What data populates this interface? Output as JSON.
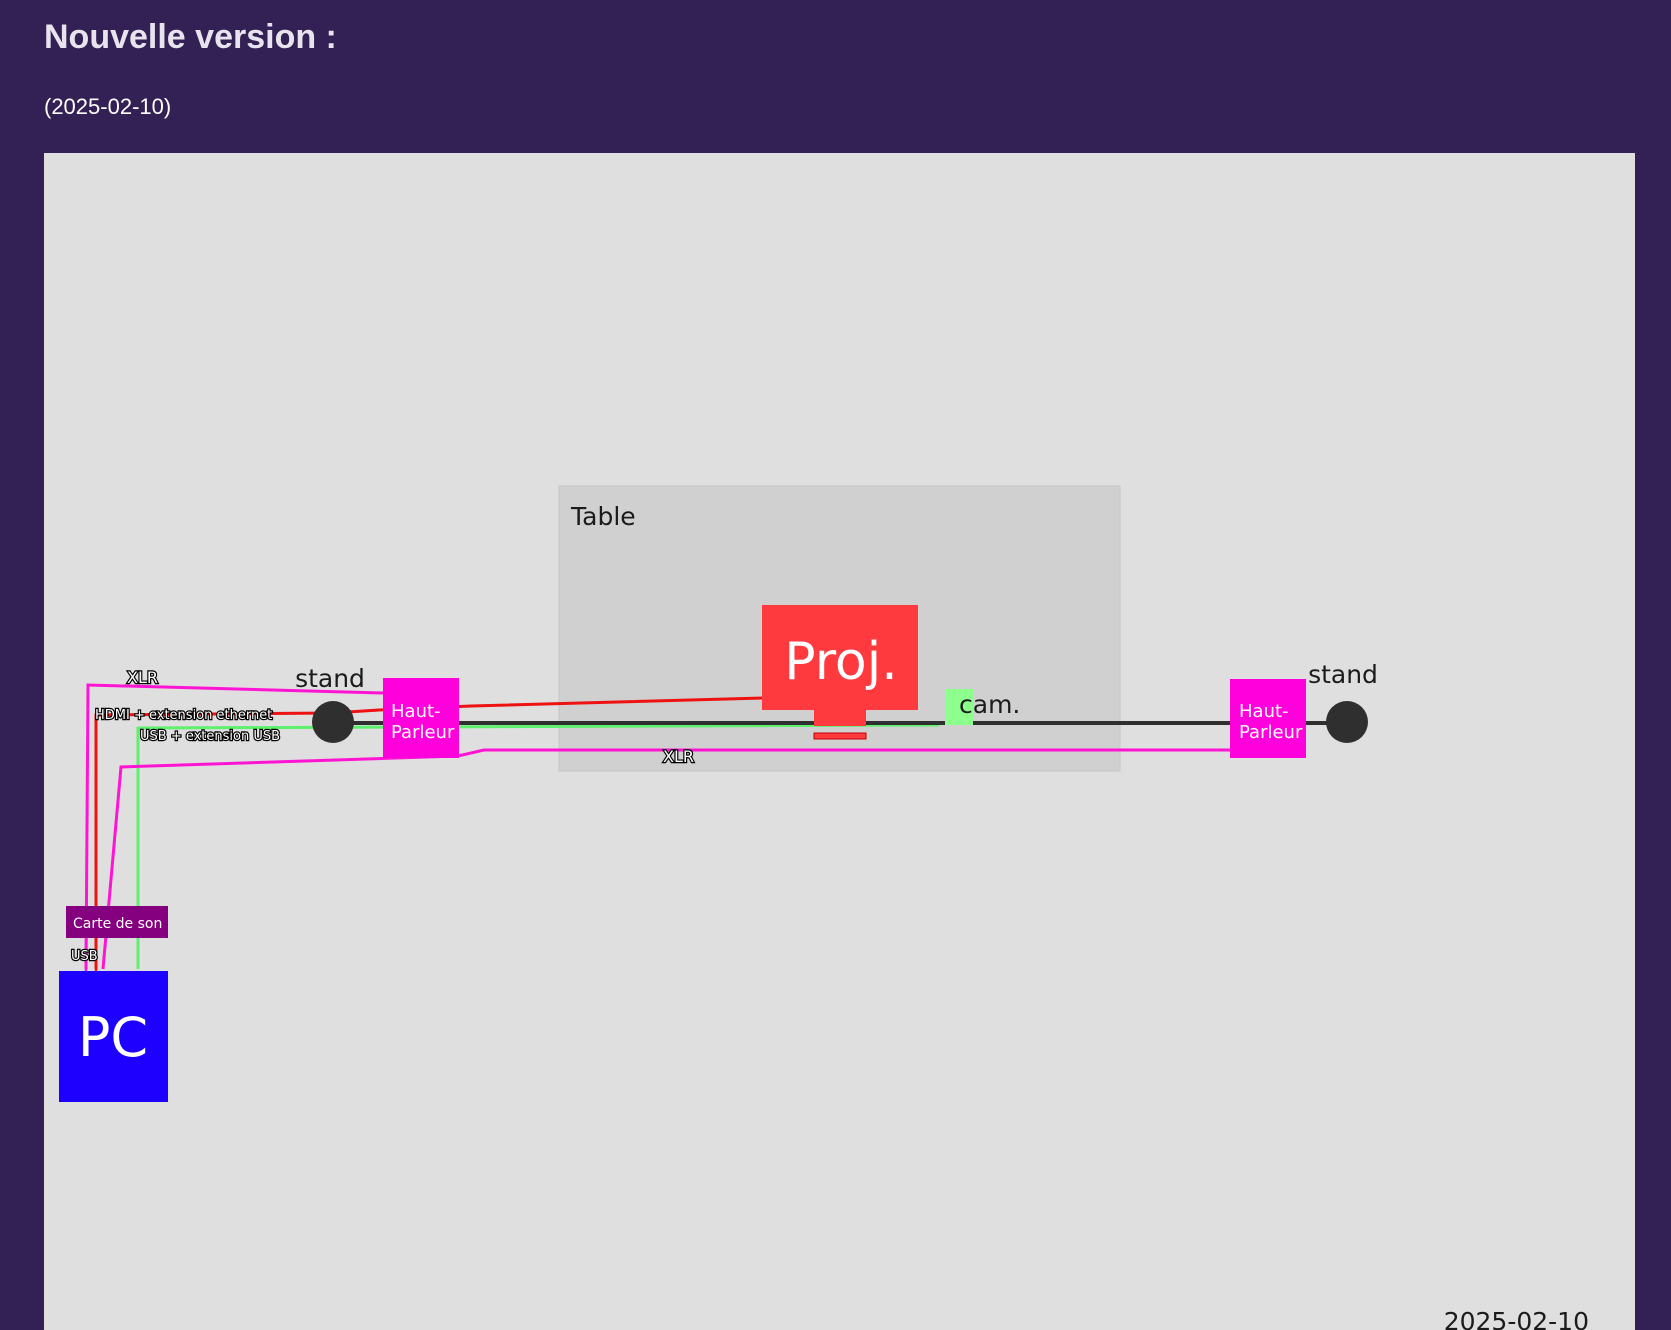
{
  "header": {
    "title": "Nouvelle version :",
    "subtitle": "(2025-02-10)"
  },
  "diagram": {
    "table_label": "Table",
    "projector_label": "Proj.",
    "camera_label": "cam.",
    "left_stand_label": "stand",
    "right_stand_label": "stand",
    "left_speaker_label": [
      "Haut-",
      "Parleur"
    ],
    "right_speaker_label": [
      "Haut-",
      "Parleur"
    ],
    "sound_card_label": "Carte de son",
    "pc_label": "PC",
    "cables": {
      "xlr_left": "XLR",
      "hdmi": "HDMI + extension ethernet",
      "usb_ext": "USB + extension USB",
      "xlr_bottom": "XLR",
      "usb": "USB"
    },
    "date": "2025-02-10",
    "colors": {
      "background": "#332054",
      "panel": "#dfdfdf",
      "table": "#d0d0d0",
      "speaker": "#ff00dd",
      "projector": "#ff3a3f",
      "camera": "#8cff8c",
      "pc": "#1e00ff",
      "sound_card": "#85007f",
      "stand": "#2f2f2f",
      "cable_xlr": "#ff14d4",
      "cable_hdmi": "#ee1212",
      "cable_usb": "#5ef06e"
    }
  }
}
